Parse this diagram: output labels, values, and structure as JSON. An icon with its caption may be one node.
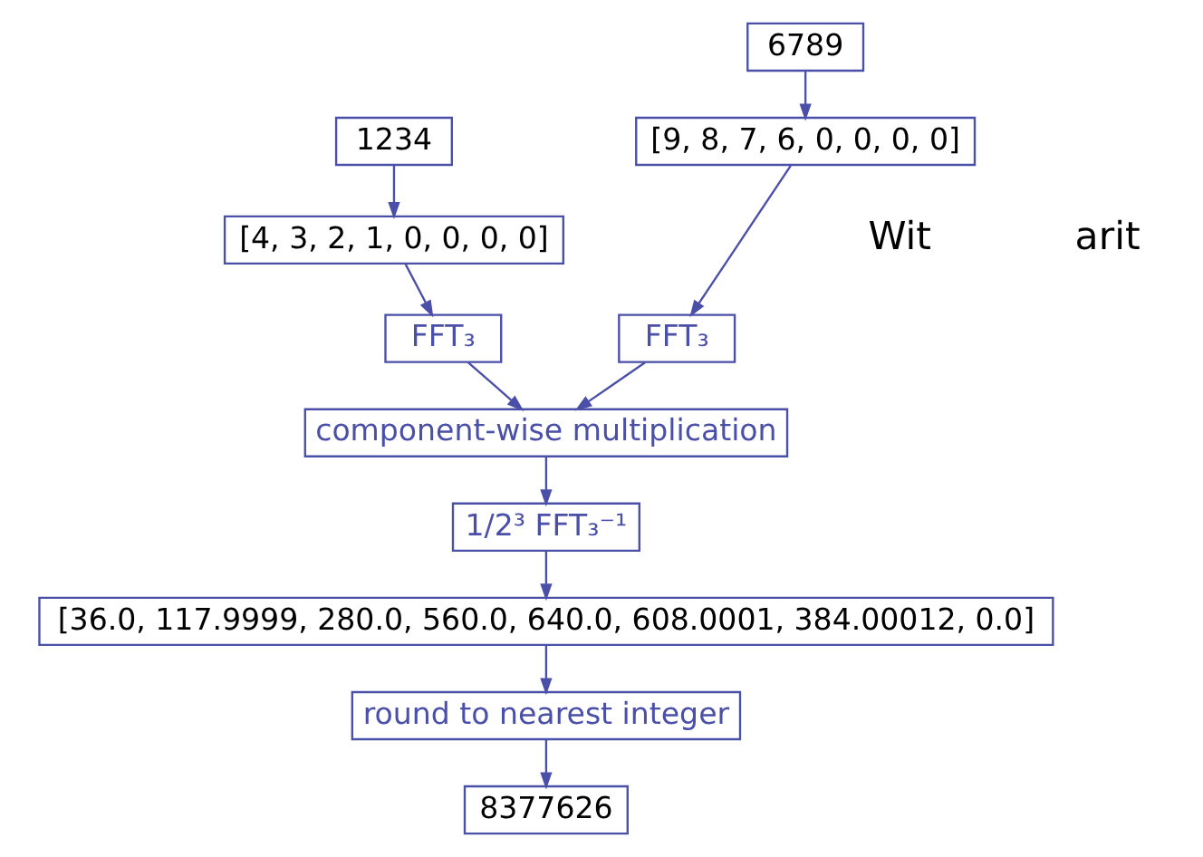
{
  "diagram": {
    "nodes": [
      {
        "text": [
          "1234"
        ]
      },
      {
        "text": [
          "6789"
        ]
      },
      {
        "text": [
          "[4, 3, 2, 1, 0, 0, 0, 0]"
        ]
      },
      {
        "text": [
          "[9, 8, 7, 6, 0, 0, 0, 0]"
        ]
      },
      {
        "text": [
          "FFT₃"
        ]
      },
      {
        "text": [
          "FFT₃"
        ]
      },
      {
        "text": [
          "component-wise multiplication"
        ]
      },
      {
        "text": [
          "1/2³ FFT₃⁻¹"
        ]
      },
      {
        "text": [
          "[36.0, 117.9999, 280.0, 560.0, 640.0, 608.0001, 384.00012, 0.0]"
        ]
      },
      {
        "text": [
          "round to nearest integer"
        ]
      },
      {
        "text": [
          "8377626"
        ]
      }
    ],
    "edges": [
      {
        "from": 0,
        "to": 2,
        "arrow": "to"
      },
      {
        "from": 1,
        "to": 3,
        "arrow": "to"
      },
      {
        "from": 2,
        "to": 4,
        "arrow": "to"
      },
      {
        "from": 3,
        "to": 5,
        "arrow": "to"
      },
      {
        "from": 4,
        "to": 6,
        "arrow": "to"
      },
      {
        "from": 5,
        "to": 6,
        "arrow": "to"
      },
      {
        "from": 6,
        "to": 7,
        "arrow": "to"
      },
      {
        "from": 7,
        "to": 8,
        "arrow": "to"
      },
      {
        "from": 8,
        "to": 9,
        "arrow": "to"
      },
      {
        "from": 9,
        "to": 10,
        "arrow": "to"
      }
    ],
    "labels": [
      "Wit",
      "arit"
    ]
  }
}
